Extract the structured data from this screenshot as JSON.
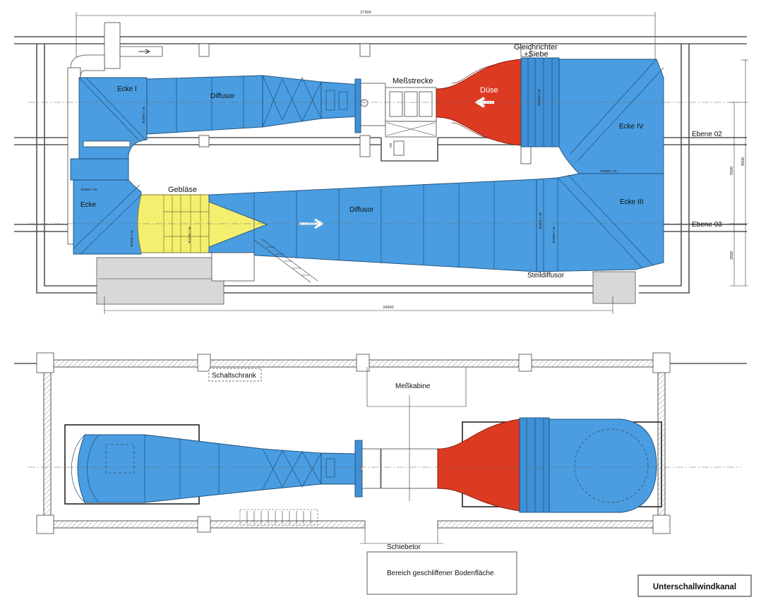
{
  "dimensions": {
    "top_total": "27300",
    "bottom_total": "24000",
    "right_total": "8500",
    "right_upper": "5500",
    "right_lower": "2650",
    "shaft_upper": "739",
    "dia_ecke1": "Æ3500 l. W.",
    "dia_return": "Æ3880 l. W.",
    "dia_ecke2": "Æ2660 l. W.",
    "dia_fan1": "Æ2660 l. W.",
    "dia_fan2": "Æ2230 l. W.",
    "dia_out1": "Æ3050 l. W.",
    "dia_out2": "Æ3880 l. W.",
    "dia_gleich": "Æ3260 l. W.",
    "dia_ecke3": "Æ3880 l. W."
  },
  "labels": {
    "ecke1": "Ecke I",
    "ecke2": "Ecke",
    "ecke3": "Ecke III",
    "ecke4": "Ecke IV",
    "diffusor_top": "Diffusor",
    "diffusor_bottom": "Diffusor",
    "messstrecke": "Meßstrecke",
    "duese": "Düse",
    "gleichrichter": "Gleichrichter",
    "siebe": "+Siebe",
    "geblaese": "Gebläse",
    "steildiffusor": "Steildiffusor",
    "ebene02": "Ebene 02",
    "ebene03": "Ebene 03",
    "schaltschrank": "Schaltschrank",
    "messkabine": "Meßkabine",
    "schiebetor": "Schiebetor",
    "bodenflaeche": "Bereich geschliffener Bodenfläche",
    "title": "Unterschallwindkanal"
  },
  "colors": {
    "tunnel": "#4a9de0",
    "nozzle": "#dd3a22",
    "fan": "#f5ef70",
    "outline": "#1d4f7a"
  }
}
